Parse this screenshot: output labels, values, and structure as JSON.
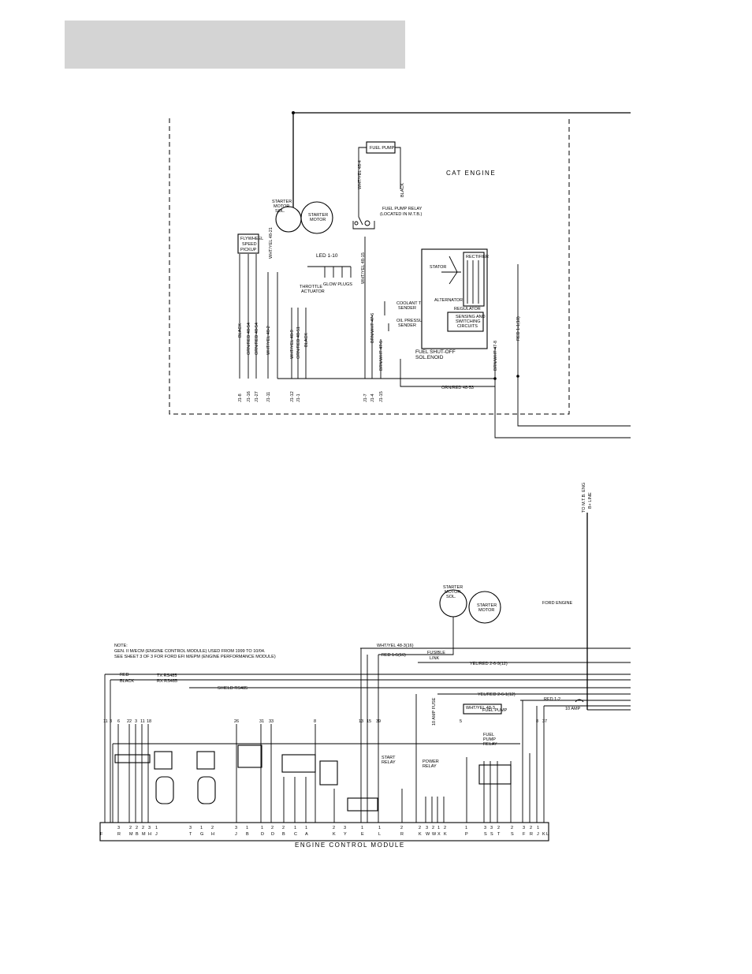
{
  "cat": {
    "title": "CAT ENGINE",
    "fuel_pump": "FUEL PUMP",
    "starter_motor_sol": [
      "STARTER",
      "MOTOR",
      "SOL."
    ],
    "starter_motor": [
      "STARTER",
      "MOTOR"
    ],
    "fuel_pump_relay": [
      "FUEL PUMP RELAY",
      "(LOCATED IN M.T.B.)"
    ],
    "speed_pickup": [
      "FLYWHEEL",
      "SPEED",
      "PICKUP"
    ],
    "led": "LED 1-10",
    "glow_plugs": "GLOW PLUGS",
    "throttle_actuator": [
      "THROTTLE",
      "ACTUATOR"
    ],
    "coolant_sender": [
      "COOLANT TEMP",
      "SENDER"
    ],
    "oil_sender": [
      "OIL PRESSURE",
      "SENDER"
    ],
    "fuel_shutoff": [
      "FUEL SHUT-OFF",
      "SOL.ENOID"
    ],
    "alternator": "ALTERNATOR",
    "stator": "STATOR",
    "rectifier": "RECTIFIER",
    "regulator": "REGULATOR",
    "sensing": [
      "SENSING AND",
      "SWITCHING",
      "CIRCUITS"
    ],
    "orn_red_wire": "ORN/RED 48-53",
    "wire_labels": [
      "WHT/YEL 48-4",
      "BLACK",
      "WHT/YEL 48-15",
      "WHT/YEL 48-21",
      "BLACK",
      "ORN/RED 48-54",
      "ORN/RED 48-54",
      "WHT/YEL 48-2",
      "WHT/YEL 48-9",
      "ORN/RED 48-51",
      "BLACK",
      "BRN/WHT 47-6",
      "BRN/WHT 47-5",
      "BRN/WHT 47-8",
      "RED 1-1(10)"
    ],
    "j_labels": [
      "J1-8",
      "J1-16",
      "J1-27",
      "J1-11",
      "J1-12",
      "J1-1",
      "J1-7",
      "J1-4",
      "J1-15"
    ]
  },
  "ford": {
    "title": "FORD ENGINE",
    "starter_motor_sol": [
      "STARTER",
      "MOTOR",
      "SOL."
    ],
    "starter_motor": [
      "STARTER",
      "MOTOR"
    ],
    "to_mtb": [
      "TO M.T.B. ENG",
      "B+ LINE"
    ],
    "note": [
      "NOTE:",
      "GEN. II M/ECM (ENGINE CONTROL MODULE) USED FROM 1999 TO 10/04.",
      "SEE SHEET 3 OF 3 FOR FORD EFI M/EPM (ENGINE PERFORMANCE MODULE)"
    ],
    "wire_red": "RED",
    "wire_black": "BLACK",
    "tx": "TX RS485",
    "rx": "RX RS485",
    "shield": "SHIELD RS485",
    "wht_yel": "WHT/YEL 48-3(16)",
    "red_16": "RED 1-5(16)",
    "fusible": [
      "FUSIBLE",
      "LINK"
    ],
    "yel_red_1": "YEL/RED 2-6-9(12)",
    "yel_red_2": "YEL/RED 2-6-1(12)",
    "red_12": "RED 1-2",
    "ten_amp": "10 AMP",
    "ten_amp_fuse": "10 AMP FUSE",
    "fuel_pump": "FUEL PUMP",
    "fuel_pump_wire": "WHT/YEL 48-3",
    "fuel_pump_relay": [
      "FUEL",
      "PUMP",
      "RELAY"
    ],
    "start_relay": [
      "START",
      "RELAY"
    ],
    "power_relay": [
      "POWER",
      "RELAY"
    ],
    "ecm": "ENGINE CONTROL MODULE",
    "top_pins": [
      "11",
      "3",
      "6",
      "22",
      "3",
      "11",
      "18",
      "26",
      "31",
      "33",
      "8",
      "13",
      "15",
      "39",
      "5",
      "8",
      "37"
    ],
    "bottom_nums": [
      "3",
      "2",
      "2",
      "2",
      "3",
      "1",
      "3",
      "1",
      "2",
      "3",
      "1",
      "1",
      "2",
      "2",
      "1",
      "1",
      "2",
      "3",
      "1",
      "1",
      "2",
      "2",
      "3",
      "2",
      "1",
      "2",
      "1",
      "3",
      "3",
      "2",
      "2",
      "3",
      "2",
      "1"
    ],
    "bottom_letters": [
      "R",
      "M",
      "B",
      "M",
      "H",
      "J",
      "T",
      "G",
      "H",
      "J",
      "B",
      "D",
      "D",
      "B",
      "C",
      "A",
      "K",
      "Y",
      "E",
      "L",
      "R",
      "K",
      "W",
      "W",
      "X",
      "K",
      "P",
      "S",
      "S",
      "T",
      "S",
      "F",
      "R",
      "J",
      "K",
      "F",
      "L"
    ]
  }
}
